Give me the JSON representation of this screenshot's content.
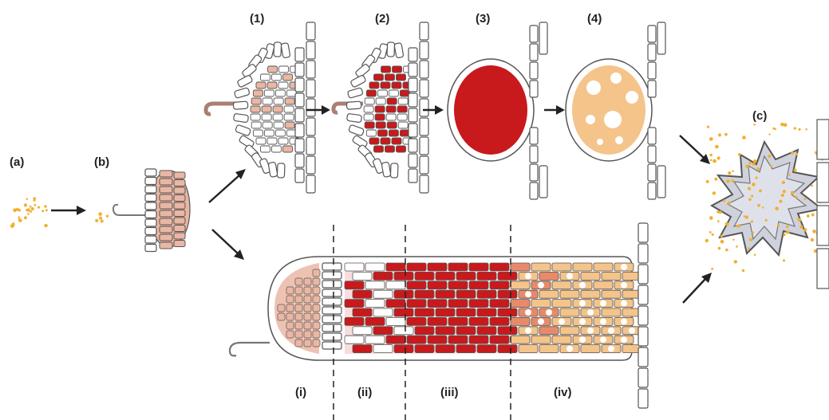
{
  "labels": {
    "a": "(a)",
    "b": "(b)",
    "c": "(c)",
    "stage1": "(1)",
    "stage2": "(2)",
    "stage3": "(3)",
    "stage4": "(4)",
    "zone_i": "(i)",
    "zone_ii": "(ii)",
    "zone_iii": "(iii)",
    "zone_iv": "(iv)"
  },
  "colors": {
    "pale_pink": "#eab7a4",
    "dark_red": "#c8191c",
    "peach": "#f4c48a",
    "spore": "#f0b030",
    "grey_fill": "#cfd2dc",
    "outline": "#555555"
  }
}
